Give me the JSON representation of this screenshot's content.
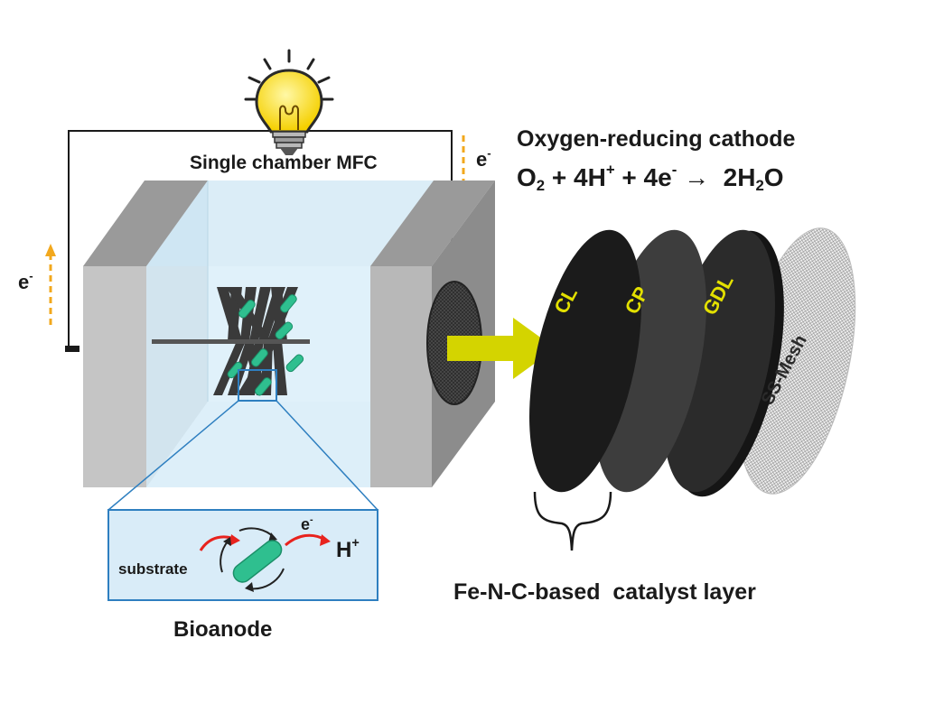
{
  "labels": {
    "single_chamber": "Single chamber MFC",
    "cathode_title": "Oxygen-reducing cathode",
    "electron": "e",
    "electron_sup": "-",
    "substrate": "substrate",
    "proton": "H",
    "proton_sup": "+",
    "bioanode": "Bioanode",
    "catalyst_layer": "Fe-N-C-based  catalyst layer"
  },
  "equation": {
    "o2": "O",
    "o2_sub": "2",
    "plus1": " + 4H",
    "h_sup": "+",
    "plus2": " + 4e",
    "e_sup": "-",
    "arrow": " →  ",
    "h2o_a": "2H",
    "h2o_sub": "2",
    "h2o_b": "O"
  },
  "layers": [
    {
      "label": "CL",
      "color": "#1b1b1b"
    },
    {
      "label": "CP",
      "color": "#3d3d3d"
    },
    {
      "label": "GDL",
      "color": "#2a2a2a"
    },
    {
      "label": "SS-Mesh",
      "color": "#e8e8e8"
    }
  ],
  "colors": {
    "label_yellow": "#e3e000",
    "arrow_yellow": "#d4d400",
    "electron_arrow": "#f2a81d",
    "bacteria": "#2fbf8f",
    "zoom_box": "#2e7fc0",
    "chamber_water": "#d6ecf7",
    "reaction_red": "#e8231e"
  },
  "icons": [
    "light-bulb-icon",
    "bacteria-icon"
  ]
}
